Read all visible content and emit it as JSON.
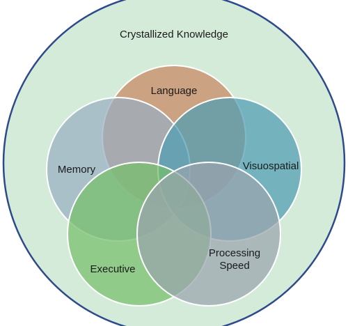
{
  "diagram": {
    "outer": {
      "label": "Crystallized Knowledge",
      "fill": "#d4ebd9",
      "stroke": "#2c4a8c"
    },
    "domains": [
      {
        "key": "language",
        "lines": [
          "Language"
        ],
        "fill": "#c8855f"
      },
      {
        "key": "memory",
        "lines": [
          "Memory"
        ],
        "fill": "#98aec2"
      },
      {
        "key": "visuospatial",
        "lines": [
          "Visuospatial"
        ],
        "fill": "#4f9cb3"
      },
      {
        "key": "executive",
        "lines": [
          "Executive"
        ],
        "fill": "#76be69"
      },
      {
        "key": "processing",
        "lines": [
          "Processing",
          "Speed"
        ],
        "fill": "#9aa3ad"
      }
    ],
    "circle_stroke": "#ffffff"
  }
}
